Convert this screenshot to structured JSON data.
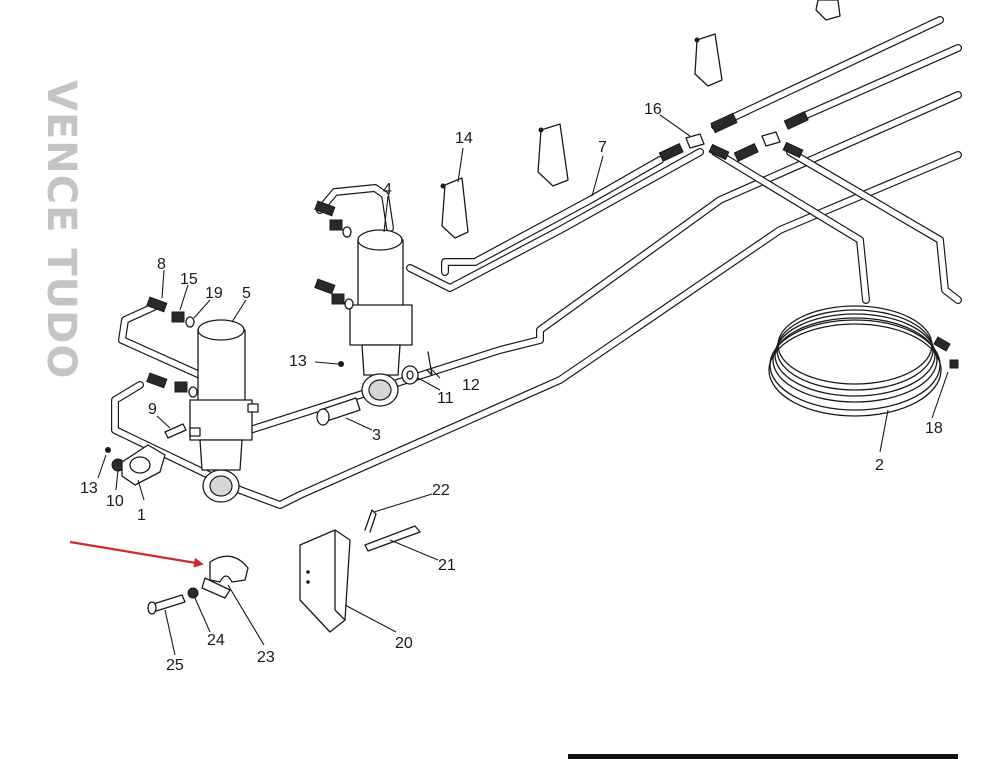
{
  "watermark": "VENCE TUDO",
  "colors": {
    "line": "#1a1a1a",
    "arrow": "#cc2b2b",
    "watermark": "#c4c4c4"
  },
  "callouts": {
    "c1": "1",
    "c2": "2",
    "c3": "3",
    "c4": "4",
    "c5": "5",
    "c7": "7",
    "c8": "8",
    "c9": "9",
    "c10": "10",
    "c11": "11",
    "c12": "12",
    "c13a": "13",
    "c13b": "13",
    "c14": "14",
    "c15": "15",
    "c16": "16",
    "c18": "18",
    "c19": "19",
    "c20": "20",
    "c21": "21",
    "c22": "22",
    "c23": "23",
    "c24": "24",
    "c25": "25"
  },
  "highlighted_part": "23"
}
